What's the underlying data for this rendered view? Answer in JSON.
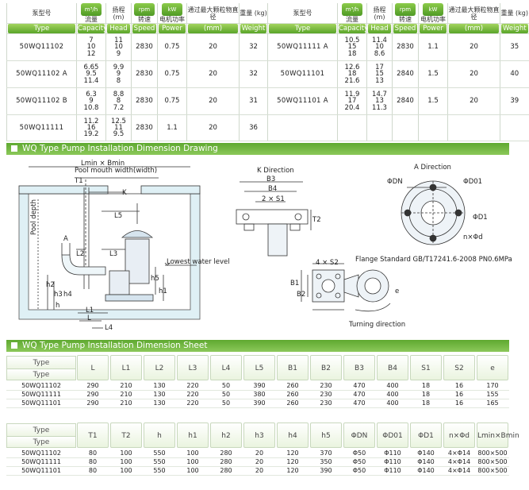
{
  "spec": {
    "headers_cn": [
      "泵型号",
      "流量",
      "扬程 (m)",
      "转速",
      "电机功率",
      "通过最大颗粒物直径",
      "重量 (kg)"
    ],
    "headers_en": [
      "Type",
      "Capacity",
      "Head",
      "Speed",
      "Power",
      "(mm)",
      "Weight"
    ],
    "icon_capacity": "m³/h",
    "icon_speed": "rpm",
    "icon_power": "kW",
    "rows": [
      {
        "left": {
          "type": "50WQ11102",
          "capacity": [
            "7",
            "10",
            "12"
          ],
          "head": [
            "11",
            "10",
            "9"
          ],
          "speed": "2830",
          "power": "0.75",
          "diameter": "20",
          "weight": "32"
        },
        "right": {
          "type": "50WQ11111 A",
          "capacity": [
            "10.5",
            "15",
            "18"
          ],
          "head": [
            "11.4",
            "10",
            "8.6"
          ],
          "speed": "2830",
          "power": "1.1",
          "diameter": "20",
          "weight": "35"
        }
      },
      {
        "left": {
          "type": "50WQ11102 A",
          "capacity": [
            "6.65",
            "9.5",
            "11.4"
          ],
          "head": [
            "9.9",
            "9",
            "8"
          ],
          "speed": "2830",
          "power": "0.75",
          "diameter": "20",
          "weight": "32"
        },
        "right": {
          "type": "50WQ11101",
          "capacity": [
            "12.6",
            "18",
            "21.6"
          ],
          "head": [
            "17",
            "15",
            "13"
          ],
          "speed": "2840",
          "power": "1.5",
          "diameter": "20",
          "weight": "40"
        }
      },
      {
        "left": {
          "type": "50WQ11102 B",
          "capacity": [
            "6.3",
            "9",
            "10.8"
          ],
          "head": [
            "8.8",
            "8",
            "7.2"
          ],
          "speed": "2830",
          "power": "0.75",
          "diameter": "20",
          "weight": "31"
        },
        "right": {
          "type": "50WQ11101 A",
          "capacity": [
            "11.9",
            "17",
            "20.4"
          ],
          "head": [
            "14.7",
            "13",
            "11.3"
          ],
          "speed": "2840",
          "power": "1.5",
          "diameter": "20",
          "weight": "39"
        }
      },
      {
        "left": {
          "type": "50WQ11111",
          "capacity": [
            "11.2",
            "16",
            "19.2"
          ],
          "head": [
            "12.5",
            "11",
            "9.5"
          ],
          "speed": "2830",
          "power": "1.1",
          "diameter": "20",
          "weight": "36"
        },
        "right": {
          "type": "",
          "capacity": [
            "",
            "",
            ""
          ],
          "head": [
            "",
            "",
            ""
          ],
          "speed": "",
          "power": "",
          "diameter": "",
          "weight": ""
        }
      }
    ]
  },
  "drawing_title": "WQ Type Pump Installation Dimension Drawing",
  "drawing_labels": {
    "lmin": "Lmin × Bmin",
    "pool_mouth": "Pool mouth width(width)",
    "t1": "T1",
    "k": "K",
    "l5": "L5",
    "a": "A",
    "l2": "L2",
    "l3": "L3",
    "pool_depth": "Pool depth",
    "lowest": "Lowest water level",
    "h5": "h5",
    "h1": "h1",
    "h2": "h2",
    "h3": "h3",
    "h4": "h4",
    "h": "h",
    "l1": "L1",
    "l": "L",
    "l4": "L4",
    "k_dir": "K Direction",
    "b3": "B3",
    "b4": "B4",
    "two_s1": "2 × S1",
    "t2": "T2",
    "a_dir": "A Direction",
    "dn": "ΦDN",
    "d01": "ΦD01",
    "d1": "ΦD1",
    "nd": "n×Φd",
    "flange": "Flange Standard GB/T17241.6-2008 PN0.6MPa",
    "four_s2": "4 × S2",
    "b1": "B1",
    "b2": "B2",
    "e": "e",
    "turning": "Turning direction"
  },
  "sheet_title": "WQ Type Pump Installation Dimension Sheet",
  "sheet1": {
    "type_top": "Type",
    "type_bottom": "Type",
    "headers": [
      "L",
      "L1",
      "L2",
      "L3",
      "L4",
      "L5",
      "B1",
      "B2",
      "B3",
      "B4",
      "S1",
      "S2",
      "e"
    ],
    "rows": [
      {
        "type": "50WQ11102",
        "values": [
          "290",
          "210",
          "130",
          "220",
          "50",
          "390",
          "260",
          "230",
          "470",
          "400",
          "18",
          "16",
          "170"
        ]
      },
      {
        "type": "50WQ11111",
        "values": [
          "290",
          "210",
          "130",
          "220",
          "50",
          "380",
          "260",
          "230",
          "470",
          "400",
          "18",
          "16",
          "155"
        ]
      },
      {
        "type": "50WQ11101",
        "values": [
          "290",
          "210",
          "130",
          "220",
          "50",
          "390",
          "260",
          "230",
          "470",
          "400",
          "18",
          "16",
          "165"
        ]
      }
    ]
  },
  "sheet2": {
    "type_top": "Type",
    "type_bottom": "Type",
    "headers": [
      "T1",
      "T2",
      "h",
      "h1",
      "h2",
      "h3",
      "h4",
      "h5",
      "ΦDN",
      "ΦD01",
      "ΦD1",
      "n×Φd",
      "Lmin×Bmin"
    ],
    "rows": [
      {
        "type": "50WQ11102",
        "values": [
          "80",
          "100",
          "550",
          "100",
          "280",
          "20",
          "120",
          "370",
          "Φ50",
          "Φ110",
          "Φ140",
          "4×Φ14",
          "800×500"
        ]
      },
      {
        "type": "50WQ11111",
        "values": [
          "80",
          "100",
          "550",
          "100",
          "280",
          "20",
          "120",
          "350",
          "Φ50",
          "Φ110",
          "Φ140",
          "4×Φ14",
          "800×500"
        ]
      },
      {
        "type": "50WQ11101",
        "values": [
          "80",
          "100",
          "550",
          "100",
          "280",
          "20",
          "120",
          "390",
          "Φ50",
          "Φ110",
          "Φ140",
          "4×Φ14",
          "800×500"
        ]
      }
    ]
  }
}
